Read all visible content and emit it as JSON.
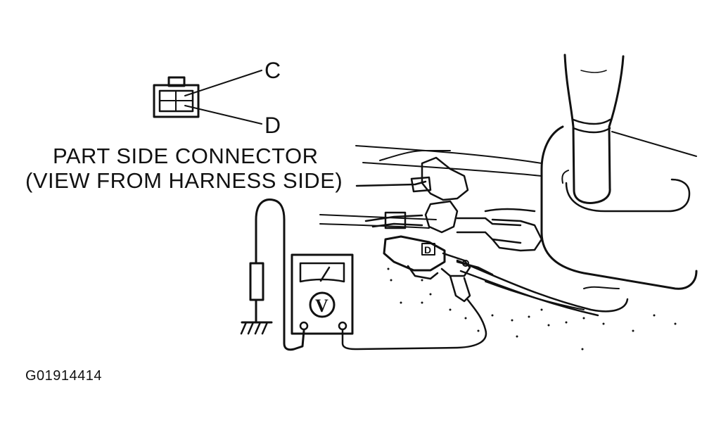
{
  "connector": {
    "pin_c_label": "C",
    "pin_d_label": "D",
    "title_line1": "PART SIDE CONNECTOR",
    "title_line2": "(VIEW FROM HARNESS SIDE)"
  },
  "voltmeter": {
    "symbol": "V"
  },
  "component": {
    "marking": "D"
  },
  "figure_code": "G01914414",
  "colors": {
    "ink": "#111111",
    "background": "#ffffff"
  }
}
